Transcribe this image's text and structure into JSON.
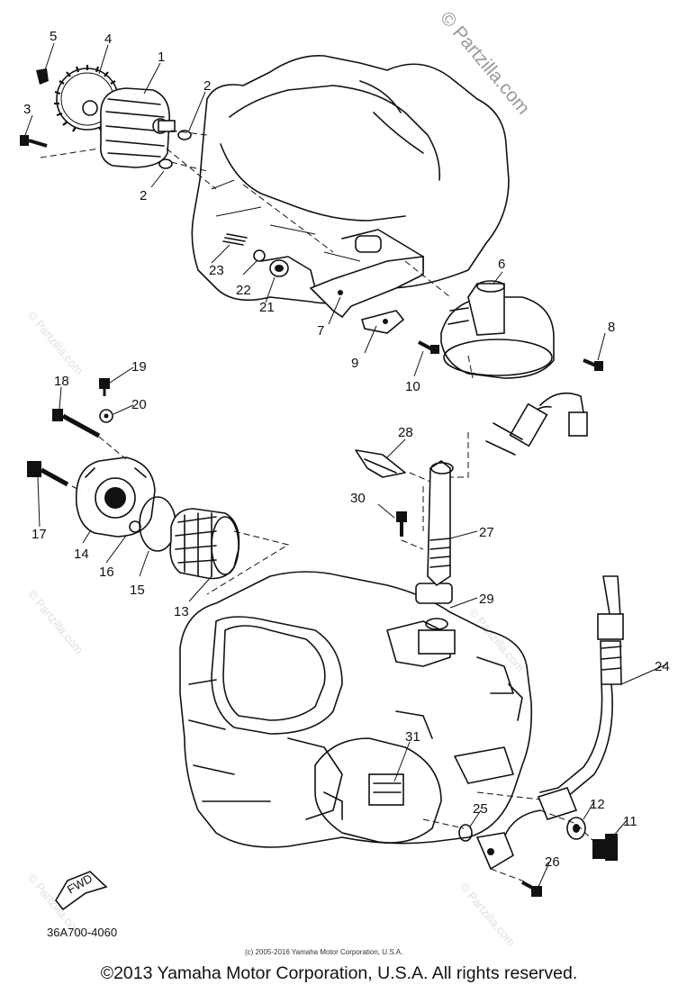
{
  "watermark": {
    "main": "© Partzilla.com",
    "repeat": "© Partzilla.com"
  },
  "callouts": [
    "1",
    "2",
    "2",
    "3",
    "4",
    "5",
    "6",
    "7",
    "8",
    "9",
    "10",
    "11",
    "12",
    "13",
    "14",
    "15",
    "16",
    "17",
    "18",
    "19",
    "20",
    "21",
    "22",
    "23",
    "24",
    "25",
    "26",
    "27",
    "28",
    "29",
    "30",
    "31"
  ],
  "part_code": "36A700-4060",
  "fwd_label": "FWD",
  "small_copyright": "(c) 2005-2016 Yamaha Motor Corporation, U.S.A.",
  "copyright": "©2013 Yamaha Motor Corporation, U.S.A. All rights reserved."
}
